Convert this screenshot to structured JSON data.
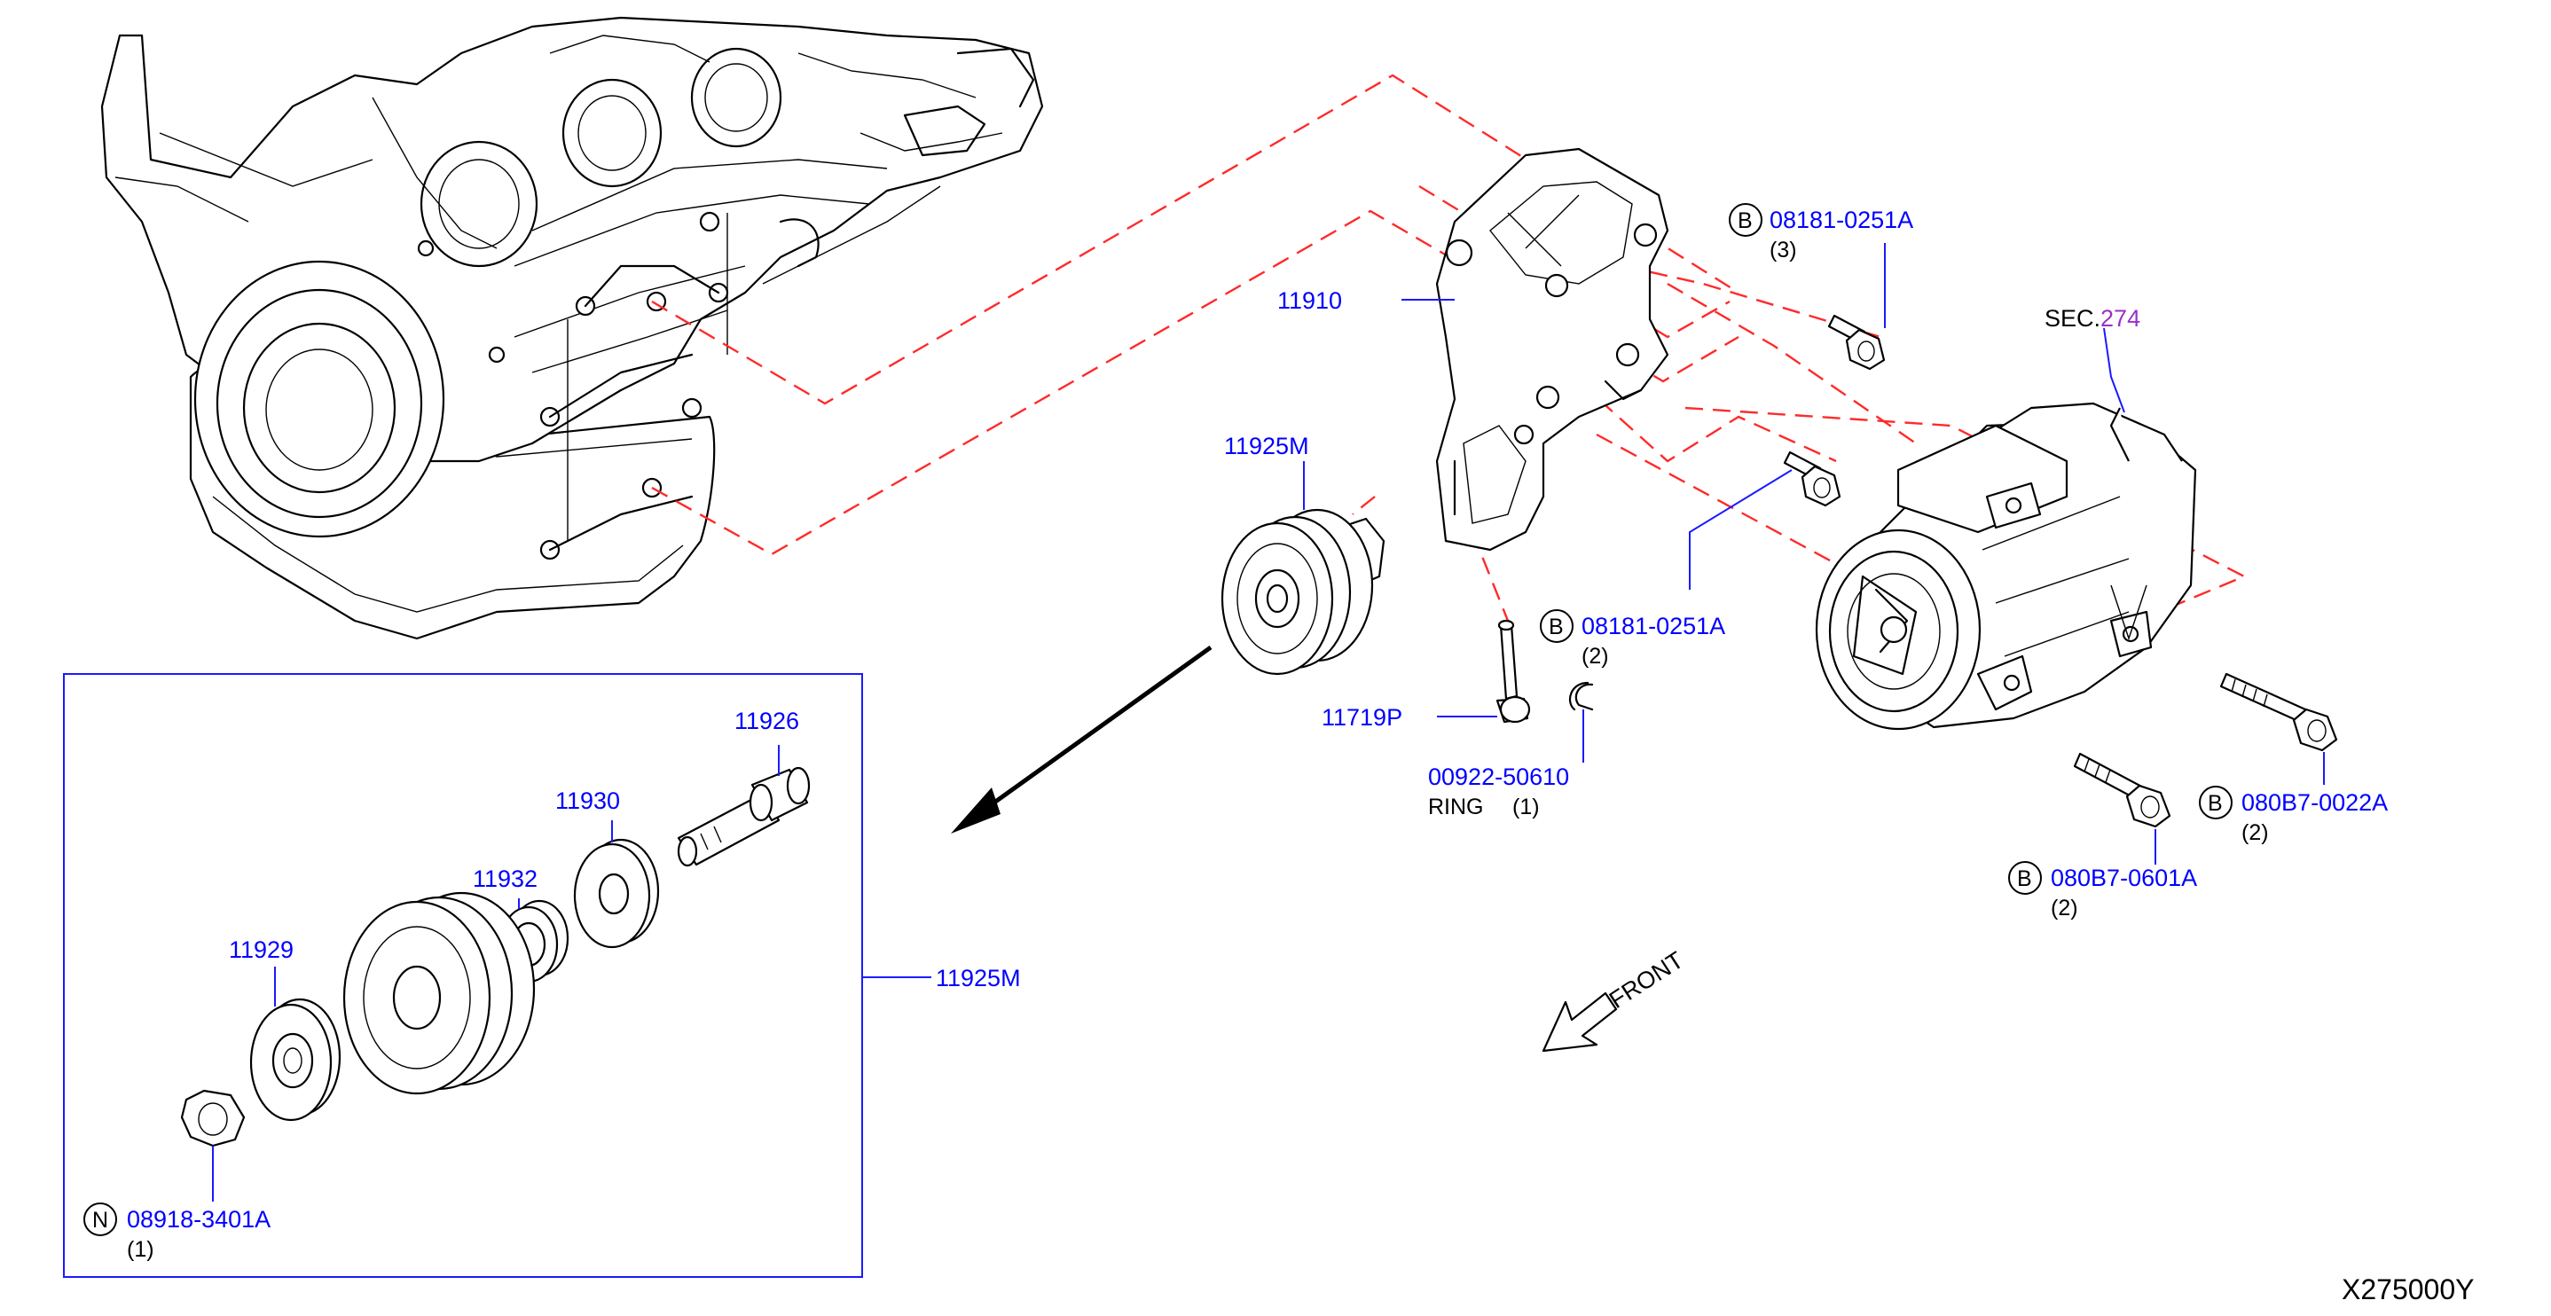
{
  "diagram_id": "X275000Y",
  "labels": {
    "bracket": "11910",
    "idler_assy_top": "11925M",
    "idler_assy_box": "11925M",
    "stud": "11719P",
    "ring_pn": "00922-50610",
    "ring_name": "RING",
    "ring_qty": "(1)",
    "bolt_top_pn": "08181-0251A",
    "bolt_top_qty": "(3)",
    "bolt_mid_pn": "08181-0251A",
    "bolt_mid_qty": "(2)",
    "bolt_right_pn": "080B7-0022A",
    "bolt_right_qty": "(2)",
    "bolt_low_pn": "080B7-0601A",
    "bolt_low_qty": "(2)",
    "sec_prefix": "SEC.",
    "sec_num": "274",
    "p11926": "11926",
    "p11930": "11930",
    "p11932": "11932",
    "p11929": "11929",
    "nut_pn": "08918-3401A",
    "nut_qty": "(1)",
    "front": "FRONT"
  },
  "badges": {
    "b": "B",
    "n": "N"
  },
  "colors": {
    "part_number": "#0000ff",
    "section_number": "#9a30c8",
    "phantom_line": "#ff2a2a",
    "line_art": "#000000",
    "frame": "#1a1aff"
  }
}
